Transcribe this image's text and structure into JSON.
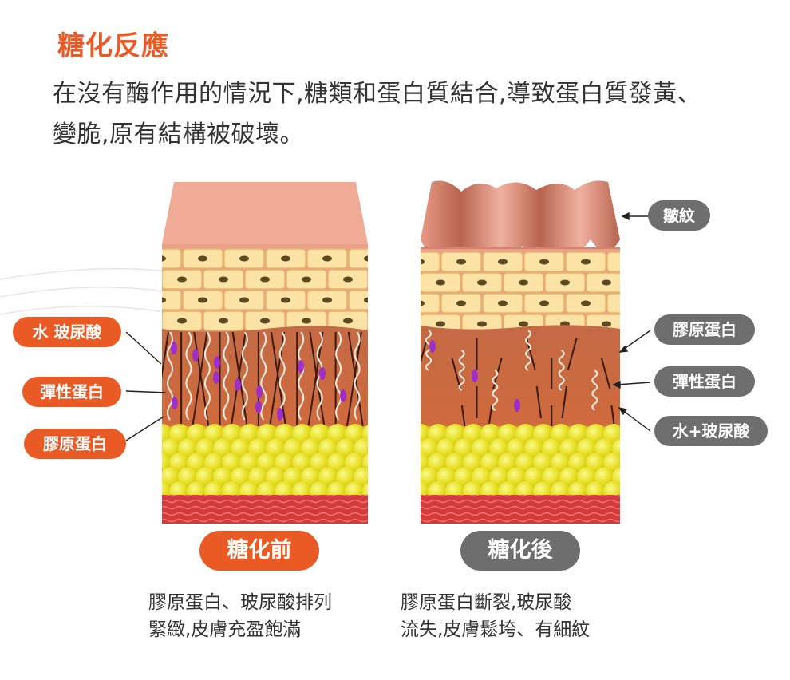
{
  "title": "糖化反應",
  "description": "在沒有酶作用的情況下,糖類和蛋白質結合,導致蛋白質發黃、變脆,原有結構被破壞。",
  "left_labels": [
    "水 玻尿酸",
    "彈性蛋白",
    "膠原蛋白"
  ],
  "right_labels": [
    "皺紋",
    "膠原蛋白",
    "彈性蛋白",
    "水+玻尿酸"
  ],
  "before": {
    "label": "糖化前",
    "caption_line1": "膠原蛋白、玻尿酸排列",
    "caption_line2": "緊緻,皮膚充盈飽滿"
  },
  "after": {
    "label": "糖化後",
    "caption_line1": "膠原蛋白斷裂,玻尿酸",
    "caption_line2": "流失,皮膚鬆垮、有細紋"
  },
  "colors": {
    "accent_orange": "#ea5a25",
    "label_gray": "#6e6e6e",
    "skin_top": "#eea590",
    "dermis": "#c8653e",
    "fat_yellow": "#e8e02a",
    "muscle_red": "#d23a3a"
  }
}
